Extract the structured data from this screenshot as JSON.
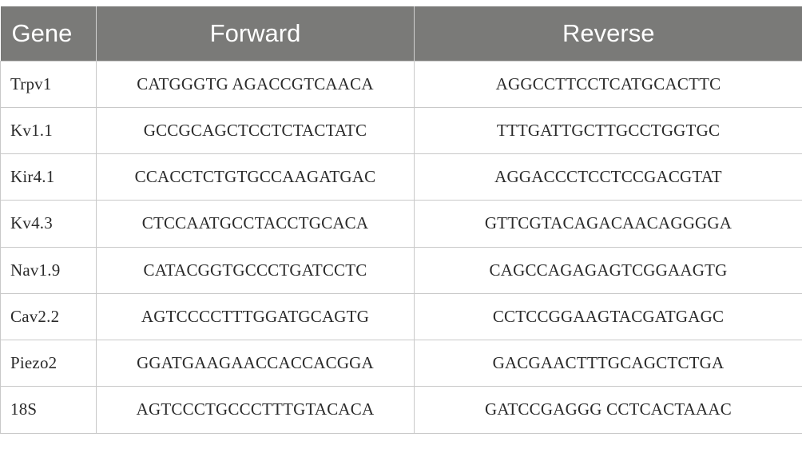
{
  "table": {
    "headers": [
      "Gene",
      "Forward",
      "Reverse"
    ],
    "rows": [
      {
        "gene": "Trpv1",
        "forward": "CATGGGTG AGACCGTCAACA",
        "reverse": "AGGCCTTCCTCATGCACTTC"
      },
      {
        "gene": "Kv1.1",
        "forward": "GCCGCAGCTCCTCTACTATC",
        "reverse": "TTTGATTGCTTGCCTGGTGC"
      },
      {
        "gene": "Kir4.1",
        "forward": "CCACCTCTGTGCCAAGATGAC",
        "reverse": "AGGACCCTCCTCCGACGTAT"
      },
      {
        "gene": "Kv4.3",
        "forward": "CTCCAATGCCTACCTGCACA",
        "reverse": "GTTCGTACAGACAACAGGGGA"
      },
      {
        "gene": "Nav1.9",
        "forward": "CATACGGTGCCCTGATCCTC",
        "reverse": "CAGCCAGAGAGTCGGAAGTG"
      },
      {
        "gene": "Cav2.2",
        "forward": "AGTCCCCTTTGGATGCAGTG",
        "reverse": "CCTCCGGAAGTACGATGAGC"
      },
      {
        "gene": "Piezo2",
        "forward": "GGATGAAGAACCACCACGGA",
        "reverse": "GACGAACTTTGCAGCTCTGA"
      },
      {
        "gene": "18S",
        "forward": "AGTCCCTGCCCTTTGTACACA",
        "reverse": "GATCCGAGGG CCTCACTAAAC"
      }
    ]
  },
  "colors": {
    "header_bg": "#7a7a78",
    "header_text": "#ffffff",
    "cell_text": "#2a2a2a",
    "border": "#c9c9c9"
  }
}
